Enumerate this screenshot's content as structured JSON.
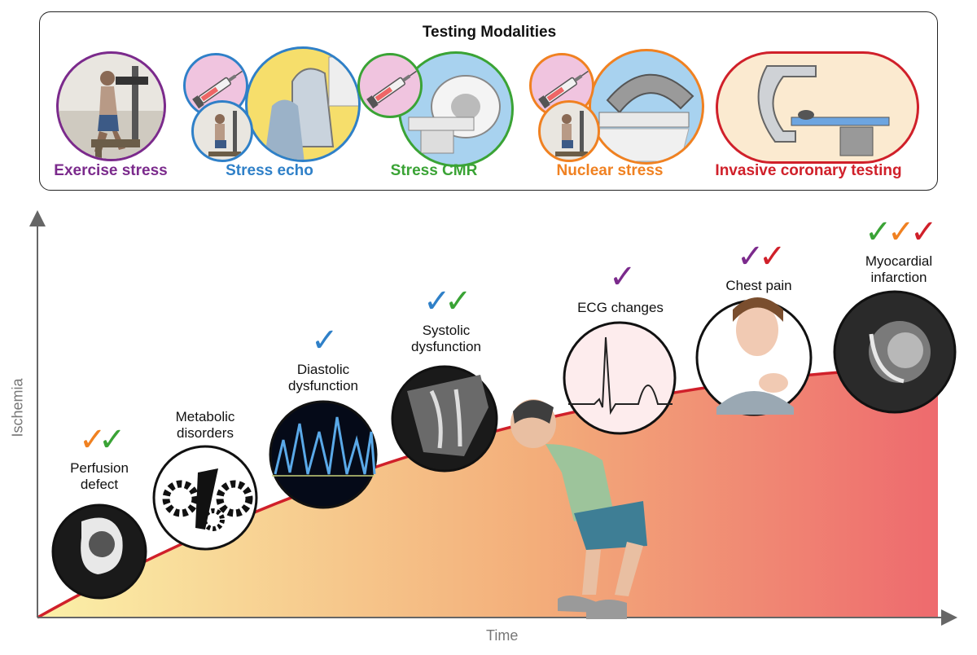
{
  "panel": {
    "title": "Testing Modalities",
    "modalities": [
      {
        "label": "Exercise stress",
        "color": "#7b2a8c"
      },
      {
        "label": "Stress echo",
        "color": "#2f80c8"
      },
      {
        "label": "Stress CMR",
        "color": "#3aa335"
      },
      {
        "label": "Nuclear stress",
        "color": "#f08121"
      },
      {
        "label": "Invasive coronary testing",
        "color": "#d0202a"
      }
    ]
  },
  "axes": {
    "x_label": "Time",
    "y_label": "Ischemia"
  },
  "stages": [
    {
      "label_lines": [
        "Perfusion",
        "defect"
      ],
      "checks": [
        "orange",
        "green"
      ]
    },
    {
      "label_lines": [
        "Metabolic",
        "disorders"
      ],
      "checks": []
    },
    {
      "label_lines": [
        "Diastolic",
        "dysfunction"
      ],
      "checks": [
        "blue"
      ]
    },
    {
      "label_lines": [
        "Systolic",
        "dysfunction"
      ],
      "checks": [
        "blue",
        "green"
      ]
    },
    {
      "label_lines": [
        "ECG changes"
      ],
      "checks": [
        "purple"
      ]
    },
    {
      "label_lines": [
        "Chest pain"
      ],
      "checks": [
        "purple",
        "red"
      ]
    },
    {
      "label_lines": [
        "Myocardial",
        "infarction"
      ],
      "checks": [
        "green",
        "orange",
        "red"
      ]
    }
  ],
  "colors": {
    "purple": "#7b2a8c",
    "blue": "#2f80c8",
    "green": "#3aa335",
    "orange": "#f08121",
    "red": "#d0202a",
    "curve": "#d0202a",
    "gradient_start": "#fbf0a8",
    "gradient_mid": "#f3ae7a",
    "gradient_end": "#ee6a6e"
  }
}
